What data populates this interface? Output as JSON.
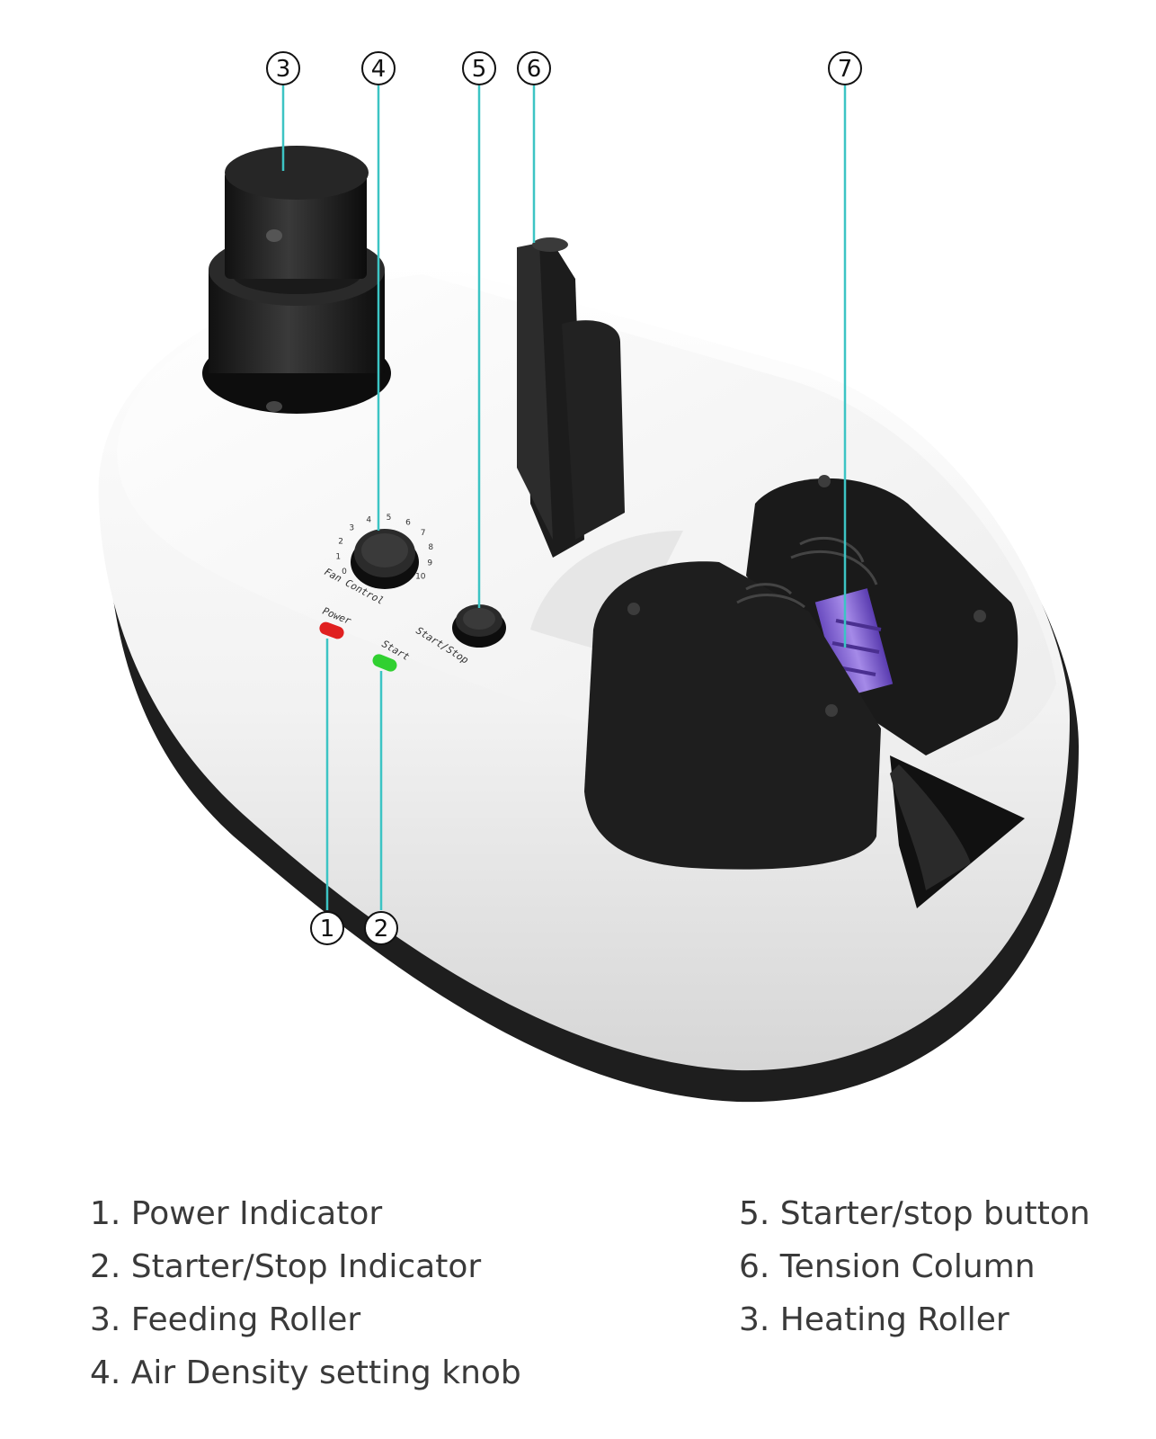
{
  "callouts": {
    "c1": "1",
    "c2": "2",
    "c3": "3",
    "c4": "4",
    "c5": "5",
    "c6": "6",
    "c7": "7"
  },
  "device_text": {
    "power": "Power",
    "start": "Start",
    "fan_control": "Fan Control",
    "start_stop": "Start/Stop",
    "dial_numbers": [
      "0",
      "1",
      "2",
      "3",
      "4",
      "5",
      "6",
      "7",
      "8",
      "9",
      "10"
    ]
  },
  "legend": {
    "left": [
      "1. Power Indicator",
      "2. Starter/Stop Indicator",
      "3. Feeding Roller",
      "4. Air Density setting knob"
    ],
    "right": [
      "5. Starter/stop button",
      "6. Tension Column",
      "3. Heating Roller"
    ]
  },
  "colors": {
    "leader_line": "#3cc4c4",
    "body": "#f4f4f4",
    "body_shadow": "#1c1c1c",
    "parts": "#1a1a1a",
    "power_led": "#e02020",
    "start_led": "#30d030",
    "heating_roller": "#8a6ad8"
  }
}
